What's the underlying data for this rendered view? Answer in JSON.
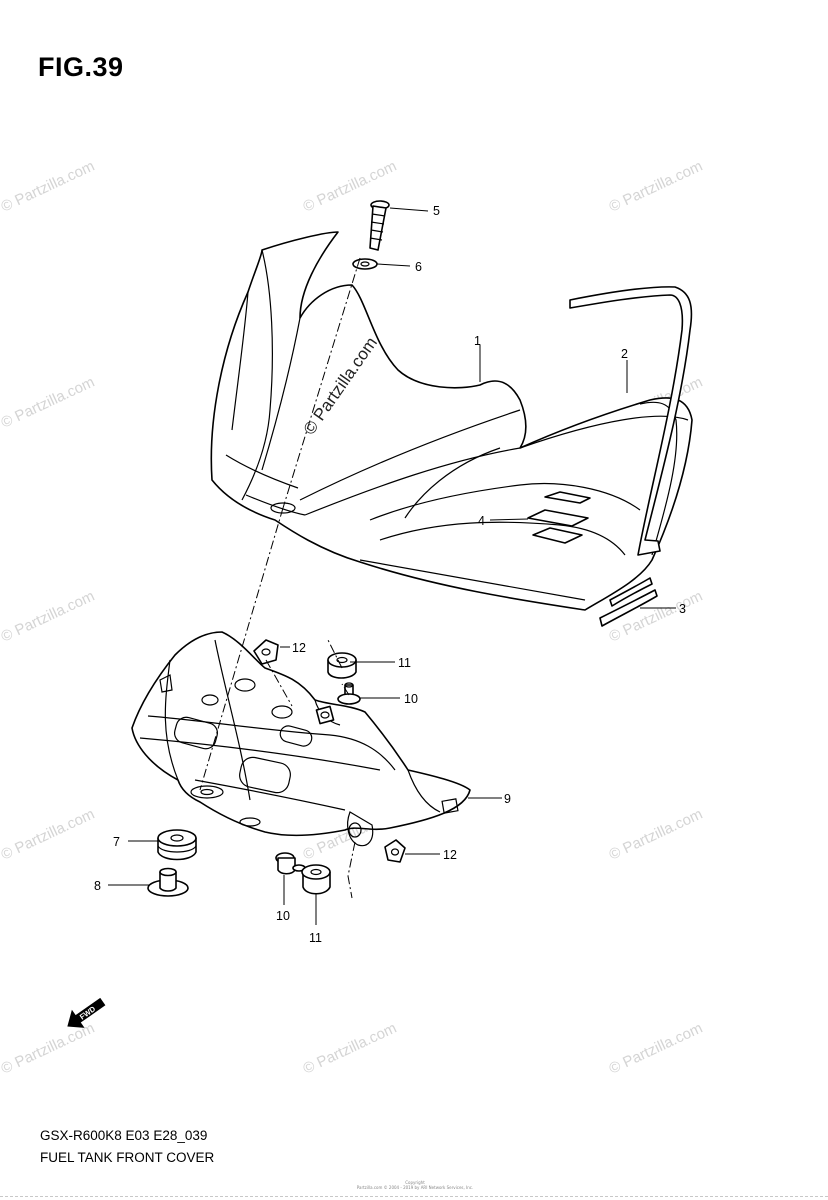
{
  "figure": {
    "title": "FIG.39",
    "model_code": "GSX-R600K8 E03 E28_039",
    "caption": "FUEL TANK FRONT COVER",
    "copyright_line1": "Copyright",
    "copyright_line2": "Partzilla.com © 2004 - 2019 by ARI Network Services, Inc."
  },
  "watermark": {
    "text": "© Partzilla.com"
  },
  "callouts": {
    "c1": "1",
    "c2": "2",
    "c3": "3",
    "c4": "4",
    "c5": "5",
    "c6": "6",
    "c7": "7",
    "c8": "8",
    "c9": "9",
    "c10a": "10",
    "c10b": "10",
    "c11a": "11",
    "c11b": "11",
    "c12a": "12",
    "c12b": "12"
  },
  "fwd_arrow": {
    "label": "FWD",
    "icon": "fwd-arrow-icon"
  }
}
